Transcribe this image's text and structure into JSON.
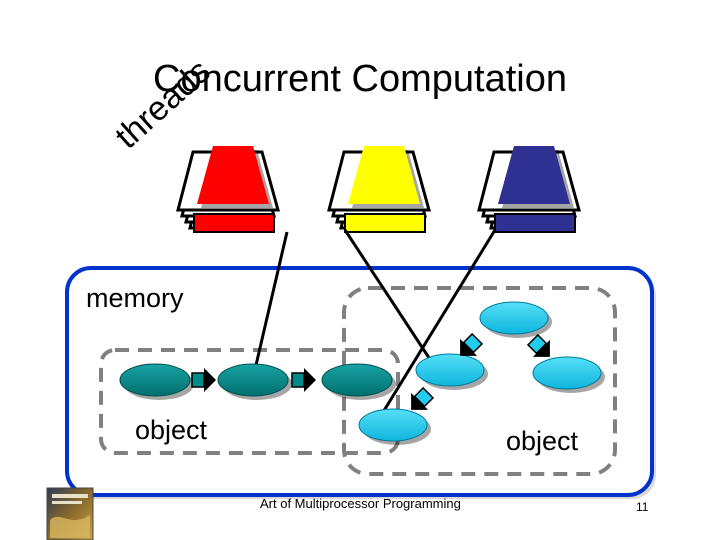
{
  "slide": {
    "title": "Concurrent Computation",
    "threads_label": "threads",
    "memory_label": "memory",
    "object_label_left": "object",
    "object_label_right": "object",
    "footer": "Art of Multiprocessor Programming",
    "page_number": "11"
  },
  "colors": {
    "thread_red": "#ff0000",
    "thread_yellow": "#ffff00",
    "thread_blue": "#2e3192",
    "memory_border": "#0033cc",
    "node_teal": "#008b8b",
    "node_cyan": "#22ccee",
    "object_dash": "#808080"
  },
  "icons": {
    "book_cover": "book-cover-icon"
  }
}
